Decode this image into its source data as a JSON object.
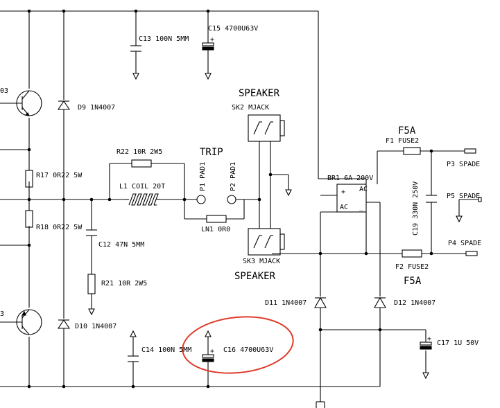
{
  "labels": {
    "c13": "C13 100N 5MM",
    "c15": "C15 4700U63V",
    "speaker_top": "SPEAKER",
    "sk2": "SK2 MJACK",
    "d9": "D9 1N4007",
    "r22": "R22 10R 2W5",
    "trip": "TRIP",
    "p1": "P1 PAD1",
    "p2": "P2 PAD1",
    "r17": "R17 0R22 5W",
    "l1": "L1 COIL 20T",
    "f5a_top": "F5A",
    "f1": "F1 FUSE2",
    "p3": "P3 SPADE",
    "br1": "BR1 6A 200V",
    "ac_top": "AC",
    "bridge_plus": "+",
    "bridge_ac": "AC",
    "bridge_minus": "_",
    "c19": "C19 330N 250V",
    "p5": "P5 SPADE",
    "p4": "P4 SPADE",
    "f2": "F2 FUSE2",
    "f5a_bot": "F5A",
    "r18": "R18 0R22 5W",
    "ln1": "LN1 0R0",
    "c12": "C12 47N 5MM",
    "r21": "R21 10R 2W5",
    "sk3": "SK3 MJACK",
    "speaker_bot": "SPEAKER",
    "d11": "D11 1N4007",
    "d12": "D12 1N4007",
    "d10": "D10 1N4007",
    "c14": "C14 100N 5MM",
    "c16": "C16 4700U63V",
    "c17": "C17 1U 50V",
    "q_top": "03",
    "q_bot": "3",
    "c15_plus": "+",
    "c16_plus": "+",
    "c17_plus": "+"
  },
  "highlight_color": "#e03a2a"
}
